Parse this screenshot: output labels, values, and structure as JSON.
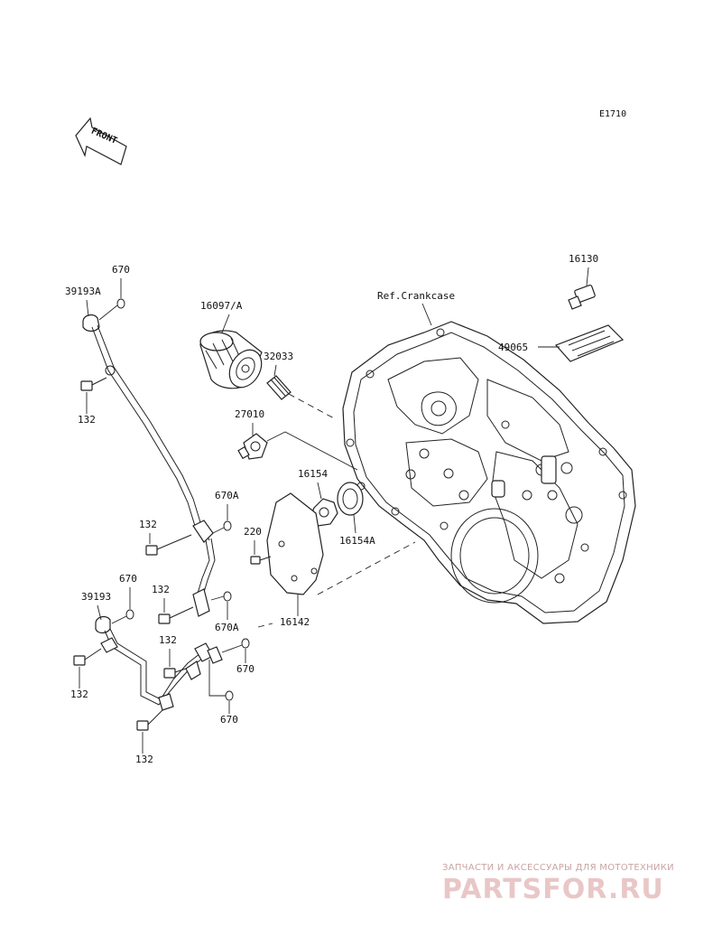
{
  "diagram_code": "E1710",
  "front_arrow": "FRONT",
  "labels": {
    "ref_crankcase": "Ref.Crankcase",
    "p16097A": "16097/A",
    "p32033": "32033",
    "p27010": "27010",
    "p16154": "16154",
    "p16154A": "16154A",
    "p16142": "16142",
    "p220": "220",
    "p16130": "16130",
    "p49065": "49065",
    "p39193A": "39193A",
    "p670_top": "670",
    "p132_a": "132",
    "p670A_a": "670A",
    "p132_b": "132",
    "p132_c": "132",
    "p670A_b": "670A",
    "p39193": "39193",
    "p670_b": "670",
    "p132_d": "132",
    "p670_c": "670",
    "p670_d": "670",
    "p132_e": "132",
    "p132_f": "132"
  },
  "watermark": {
    "tagline": "ЗАПЧАСТИ И АКСЕССУАРЫ ДЛЯ МОТОТЕХНИКИ",
    "brand": "PARTSFOR.RU"
  }
}
